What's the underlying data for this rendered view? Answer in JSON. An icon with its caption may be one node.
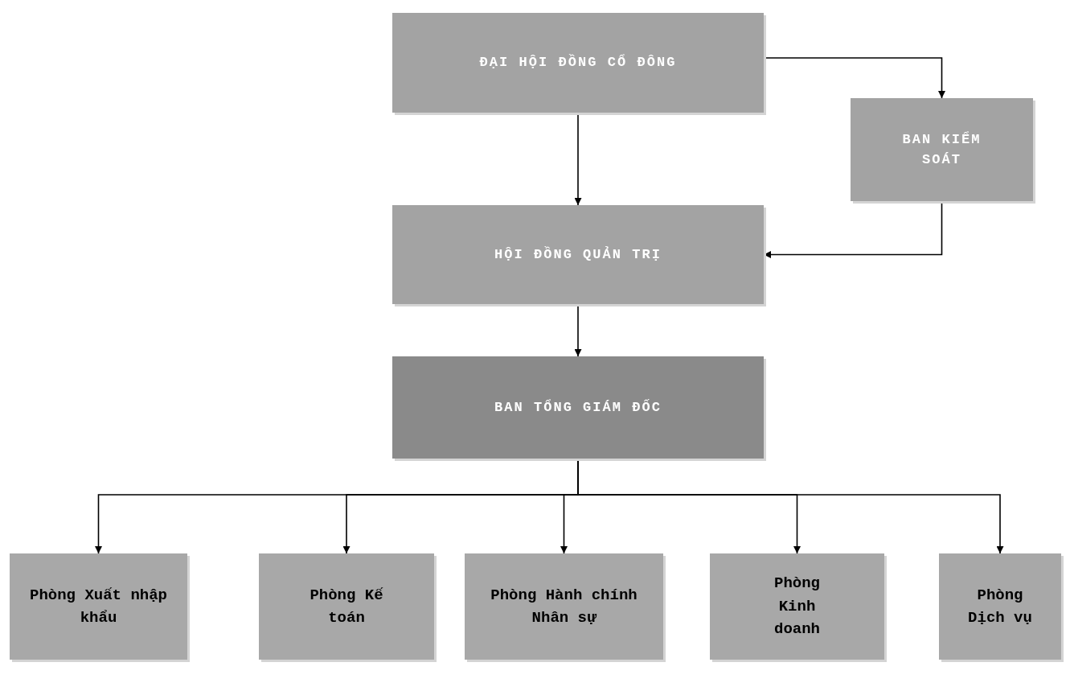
{
  "diagram": {
    "nodes": [
      {
        "text": [
          "ĐẠI HỘI ĐỒNG CỔ ĐÔNG"
        ]
      },
      {
        "text": [
          "BAN KIỂM SOÁT"
        ]
      },
      {
        "text": [
          "HỘI ĐỒNG QUẢN TRỊ"
        ]
      },
      {
        "text": [
          "BAN TỔNG GIÁM ĐỐC"
        ]
      },
      {
        "text": [
          "Phòng Xuất nhập khẩu"
        ]
      },
      {
        "text": [
          "Phòng Kế toán"
        ]
      },
      {
        "text": [
          "Phòng Hành chính Nhân sự"
        ]
      },
      {
        "text": [
          "Phòng Kinh doanh"
        ]
      },
      {
        "text": [
          "Phòng Dịch vụ"
        ]
      }
    ],
    "edges": [
      {
        "from": 0,
        "to": 1,
        "arrow": "to"
      },
      {
        "from": 0,
        "to": 2,
        "arrow": "to"
      },
      {
        "from": 1,
        "to": 2,
        "arrow": "to"
      },
      {
        "from": 2,
        "to": 3,
        "arrow": "to"
      },
      {
        "from": 3,
        "to": 4,
        "arrow": "to"
      },
      {
        "from": 3,
        "to": 5,
        "arrow": "to"
      },
      {
        "from": 3,
        "to": 6,
        "arrow": "to"
      },
      {
        "from": 3,
        "to": 7,
        "arrow": "to"
      },
      {
        "from": 3,
        "to": 8,
        "arrow": "to"
      }
    ]
  }
}
